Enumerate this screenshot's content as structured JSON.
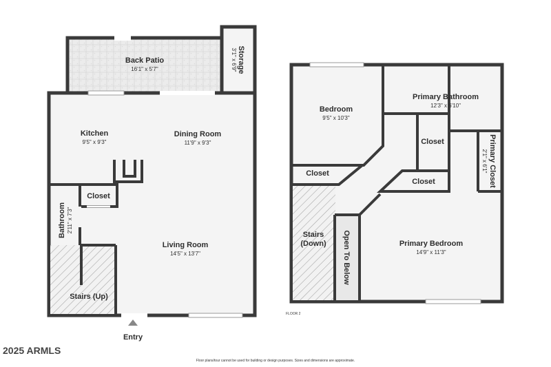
{
  "floor1": {
    "back_patio": {
      "name": "Back Patio",
      "dim": "16'1\" x 5'7\""
    },
    "storage": {
      "name": "Storage",
      "dim": "3'1\" x 6'9\""
    },
    "kitchen": {
      "name": "Kitchen",
      "dim": "9'5\" x 9'3\""
    },
    "dining": {
      "name": "Dining Room",
      "dim": "11'9\" x 9'3\""
    },
    "closet": {
      "name": "Closet"
    },
    "bathroom": {
      "name": "Bathroom",
      "dim": "2'11\" x 7'3\""
    },
    "living": {
      "name": "Living Room",
      "dim": "14'5\" x 13'7\""
    },
    "stairs_up": {
      "name": "Stairs (Up)"
    },
    "entry": {
      "name": "Entry"
    }
  },
  "floor2": {
    "label": "FLOOR 2",
    "bedroom": {
      "name": "Bedroom",
      "dim": "9'5\" x 10'3\""
    },
    "closet_left": {
      "name": "Closet"
    },
    "primary_bath": {
      "name": "Primary Bathroom",
      "dim": "12'3\" x 6'10\""
    },
    "closet_mid": {
      "name": "Closet"
    },
    "closet_lower": {
      "name": "Closet"
    },
    "primary_closet": {
      "name": "Primary Closet",
      "dim": "2'1\" x 6'1\""
    },
    "stairs_down": {
      "name": "Stairs",
      "name2": "(Down)"
    },
    "open_to_below": {
      "name": "Open To Below"
    },
    "primary_bed": {
      "name": "Primary Bedroom",
      "dim": "14'9\" x 11'3\""
    }
  },
  "footer": {
    "watermark": "2025 ARMLS",
    "disclaimer": "Floor plans/tour cannot be used for building or design purposes. Sizes and dimensions are approximate."
  },
  "colors": {
    "wall": "#3a3a3a",
    "floor": "#f4f4f4",
    "patio": "#e9e9e9",
    "hatch": "#9a9a9a"
  }
}
